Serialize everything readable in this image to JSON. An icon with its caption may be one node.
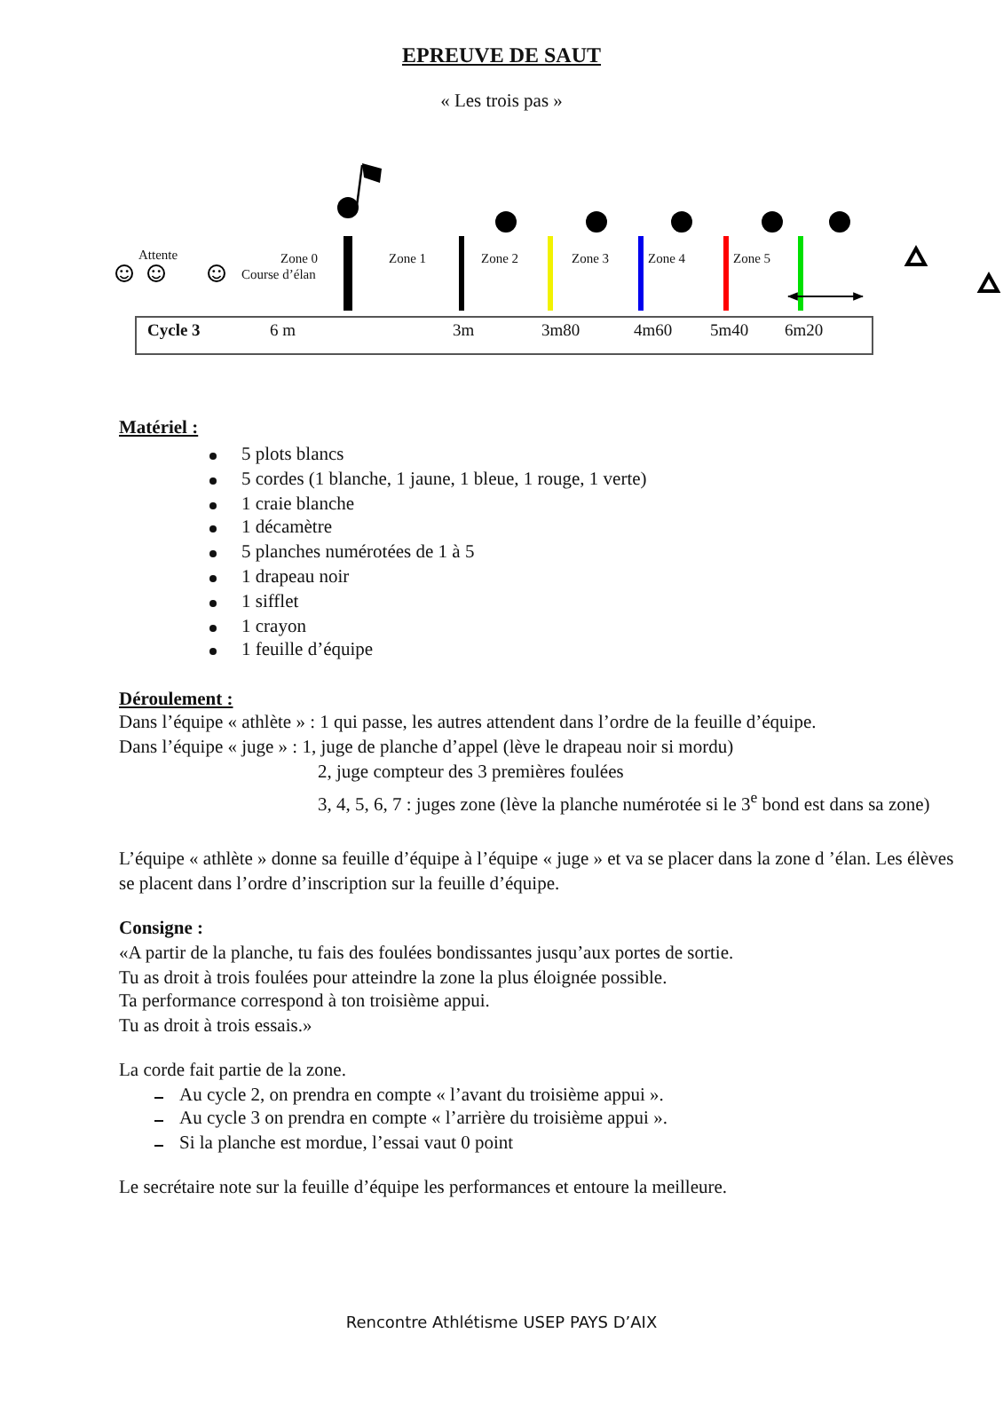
{
  "diagram": {
    "title": "EPREUVE DE SAUT",
    "caption": "Rencontre Athlétisme USEP PAYS D’AIX",
    "nodes": [
      {
        "text": [
          "Cycle 3",
          "6 m",
          "3m",
          "3m80",
          "4m60",
          "5m40",
          "6m20"
        ]
      }
    ],
    "labels": [
      "« Les trois pas »",
      "Attente",
      "Zone  0",
      "Course d’élan",
      "Zone 1",
      "Zone 2",
      "Zone 3",
      "Zone 4",
      "Zone 5",
      "Matériel :",
      "5 plots blancs",
      "5 cordes (1 blanche, 1 jaune, 1 bleue, 1 rouge, 1 verte)",
      "1 craie blanche",
      "1 décamètre",
      "5 planches numérotées de 1 à 5",
      "1 drapeau noir",
      "1 sifflet",
      "1 crayon",
      "1 feuille d’équipe",
      "Déroulement :",
      "Dans l’équipe « athlète » : 1 qui passe, les autres attendent dans l’ordre de la feuille d’équipe.",
      "Dans l’équipe « juge » : 1, juge de planche d’appel (lève le drapeau noir si mordu)",
      "2, juge compteur des 3 premières foulées",
      "3, 4, 5, 6, 7 : juges zone (lève la planche numérotée si le 3$^{e}$ bond est dans sa zone)",
      "L’équipe « athlète » donne sa feuille d’équipe à l’équipe « juge » et va se placer dans la zone d ’élan. Les élèves se placent dans l’ordre d’inscription sur la feuille d’équipe.",
      "Consigne :",
      "«A partir de la planche, tu fais des foulées bondissantes jusqu’aux portes de sortie.",
      "Tu as droit à trois foulées pour atteindre la zone la plus éloignée possible.",
      "Ta performance correspond à ton troisième appui.",
      "Tu as droit à trois essais.»",
      "La corde fait partie de la zone.",
      "Au cycle 2, on prendra en compte « l’avant du troisième appui ».",
      "Au cycle 3 on prendra en compte « l’arrière du troisième appui ».",
      "Si la planche est mordue, l’essai vaut 0 point",
      "Le secrétaire note sur la feuille d’équipe les performances et entoure la meilleure."
    ]
  }
}
